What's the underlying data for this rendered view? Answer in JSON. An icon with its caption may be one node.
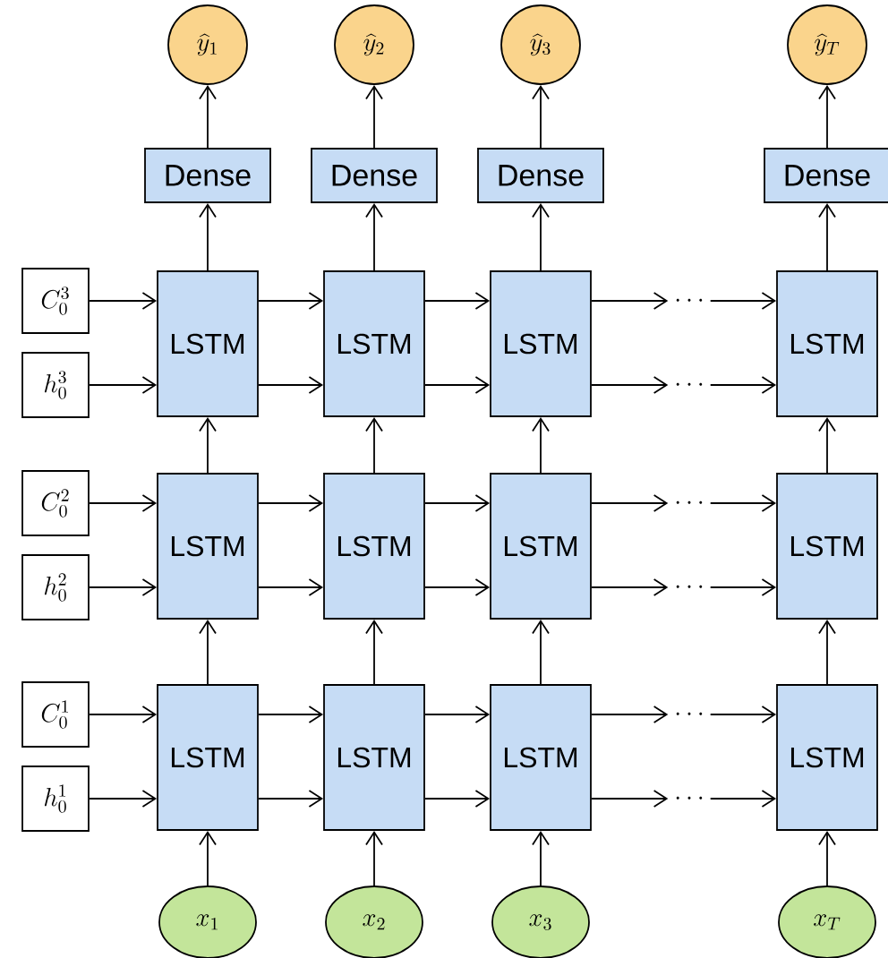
{
  "diagram": {
    "nodes": [
      {
        "text": [
          "\\widehat{y}_1"
        ]
      },
      {
        "text": [
          "\\widehat{y}_2"
        ]
      },
      {
        "text": [
          "\\widehat{y}_3"
        ]
      },
      {
        "text": [
          "\\widehat{y}_T"
        ]
      },
      {
        "text": [
          "Dense"
        ]
      },
      {
        "text": [
          "Dense"
        ]
      },
      {
        "text": [
          "Dense"
        ]
      },
      {
        "text": [
          "Dense"
        ]
      },
      {
        "text": [
          "C_0^3"
        ]
      },
      {
        "text": [
          "h_0^3"
        ]
      },
      {
        "text": [
          "LSTM"
        ]
      },
      {
        "text": [
          "LSTM"
        ]
      },
      {
        "text": [
          "LSTM"
        ]
      },
      {
        "text": [
          "LSTM"
        ]
      },
      {
        "text": [
          "\\cdots"
        ]
      },
      {
        "text": [
          "\\cdots"
        ]
      },
      {
        "text": [
          "C_0^2"
        ]
      },
      {
        "text": [
          "h_0^2"
        ]
      },
      {
        "text": [
          "LSTM"
        ]
      },
      {
        "text": [
          "LSTM"
        ]
      },
      {
        "text": [
          "LSTM"
        ]
      },
      {
        "text": [
          "LSTM"
        ]
      },
      {
        "text": [
          "\\cdots"
        ]
      },
      {
        "text": [
          "\\cdots"
        ]
      },
      {
        "text": [
          "C_0^1"
        ]
      },
      {
        "text": [
          "h_0^1"
        ]
      },
      {
        "text": [
          "LSTM"
        ]
      },
      {
        "text": [
          "LSTM"
        ]
      },
      {
        "text": [
          "LSTM"
        ]
      },
      {
        "text": [
          "LSTM"
        ]
      },
      {
        "text": [
          "\\cdots"
        ]
      },
      {
        "text": [
          "\\cdots"
        ]
      },
      {
        "text": [
          "x_1"
        ]
      },
      {
        "text": [
          "x_2"
        ]
      },
      {
        "text": [
          "x_3"
        ]
      },
      {
        "text": [
          "x_T"
        ]
      }
    ],
    "edges": [
      {
        "from": 4,
        "to": 0,
        "arrow": "to"
      },
      {
        "from": 5,
        "to": 1,
        "arrow": "to"
      },
      {
        "from": 6,
        "to": 2,
        "arrow": "to"
      },
      {
        "from": 7,
        "to": 3,
        "arrow": "to"
      },
      {
        "from": 10,
        "to": 4,
        "arrow": "to"
      },
      {
        "from": 11,
        "to": 5,
        "arrow": "to"
      },
      {
        "from": 12,
        "to": 6,
        "arrow": "to"
      },
      {
        "from": 13,
        "to": 7,
        "arrow": "to"
      },
      {
        "from": 8,
        "to": 10,
        "arrow": "to"
      },
      {
        "from": 9,
        "to": 10,
        "arrow": "to"
      },
      {
        "from": 10,
        "to": 11,
        "arrow": "to"
      },
      {
        "from": 10,
        "to": 11,
        "arrow": "to"
      },
      {
        "from": 11,
        "to": 12,
        "arrow": "to"
      },
      {
        "from": 11,
        "to": 12,
        "arrow": "to"
      },
      {
        "from": 12,
        "to": 14,
        "arrow": "to"
      },
      {
        "from": 12,
        "to": 15,
        "arrow": "to"
      },
      {
        "from": 14,
        "to": 13,
        "arrow": "to"
      },
      {
        "from": 15,
        "to": 13,
        "arrow": "to"
      },
      {
        "from": 18,
        "to": 10,
        "arrow": "to"
      },
      {
        "from": 19,
        "to": 11,
        "arrow": "to"
      },
      {
        "from": 20,
        "to": 12,
        "arrow": "to"
      },
      {
        "from": 21,
        "to": 13,
        "arrow": "to"
      },
      {
        "from": 16,
        "to": 18,
        "arrow": "to"
      },
      {
        "from": 17,
        "to": 18,
        "arrow": "to"
      },
      {
        "from": 18,
        "to": 19,
        "arrow": "to"
      },
      {
        "from": 18,
        "to": 19,
        "arrow": "to"
      },
      {
        "from": 19,
        "to": 20,
        "arrow": "to"
      },
      {
        "from": 19,
        "to": 20,
        "arrow": "to"
      },
      {
        "from": 20,
        "to": 22,
        "arrow": "to"
      },
      {
        "from": 20,
        "to": 23,
        "arrow": "to"
      },
      {
        "from": 22,
        "to": 21,
        "arrow": "to"
      },
      {
        "from": 23,
        "to": 21,
        "arrow": "to"
      },
      {
        "from": 26,
        "to": 18,
        "arrow": "to"
      },
      {
        "from": 27,
        "to": 19,
        "arrow": "to"
      },
      {
        "from": 28,
        "to": 20,
        "arrow": "to"
      },
      {
        "from": 29,
        "to": 21,
        "arrow": "to"
      },
      {
        "from": 24,
        "to": 26,
        "arrow": "to"
      },
      {
        "from": 25,
        "to": 26,
        "arrow": "to"
      },
      {
        "from": 26,
        "to": 27,
        "arrow": "to"
      },
      {
        "from": 26,
        "to": 27,
        "arrow": "to"
      },
      {
        "from": 27,
        "to": 28,
        "arrow": "to"
      },
      {
        "from": 27,
        "to": 28,
        "arrow": "to"
      },
      {
        "from": 28,
        "to": 30,
        "arrow": "to"
      },
      {
        "from": 28,
        "to": 31,
        "arrow": "to"
      },
      {
        "from": 30,
        "to": 29,
        "arrow": "to"
      },
      {
        "from": 31,
        "to": 29,
        "arrow": "to"
      },
      {
        "from": 32,
        "to": 26,
        "arrow": "to"
      },
      {
        "from": 33,
        "to": 27,
        "arrow": "to"
      },
      {
        "from": 34,
        "to": 28,
        "arrow": "to"
      },
      {
        "from": 35,
        "to": 29,
        "arrow": "to"
      }
    ]
  }
}
